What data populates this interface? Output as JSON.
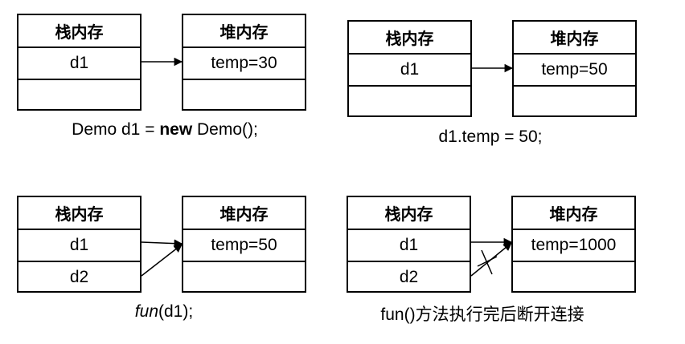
{
  "panels": [
    {
      "stack": {
        "header": "栈内存",
        "cells": [
          "d1",
          ""
        ]
      },
      "heap": {
        "header": "堆内存",
        "cells": [
          "temp=30",
          ""
        ]
      },
      "caption": {
        "part1": "Demo d1 = ",
        "part2": "new",
        "part3": " Demo();"
      }
    },
    {
      "stack": {
        "header": "栈内存",
        "cells": [
          "d1",
          ""
        ]
      },
      "heap": {
        "header": "堆内存",
        "cells": [
          "temp=50",
          ""
        ]
      },
      "caption": {
        "text": "d1.temp = 50;"
      }
    },
    {
      "stack": {
        "header": "栈内存",
        "cells": [
          "d1",
          "d2"
        ]
      },
      "heap": {
        "header": "堆内存",
        "cells": [
          "temp=50",
          ""
        ]
      },
      "caption": {
        "italic": "fun",
        "rest": "(d1);"
      }
    },
    {
      "stack": {
        "header": "栈内存",
        "cells": [
          "d1",
          "d2"
        ]
      },
      "heap": {
        "header": "堆内存",
        "cells": [
          "temp=1000",
          ""
        ]
      },
      "caption": {
        "latin": "fun()",
        "cjk": "方法执行完后断开连接"
      }
    }
  ]
}
